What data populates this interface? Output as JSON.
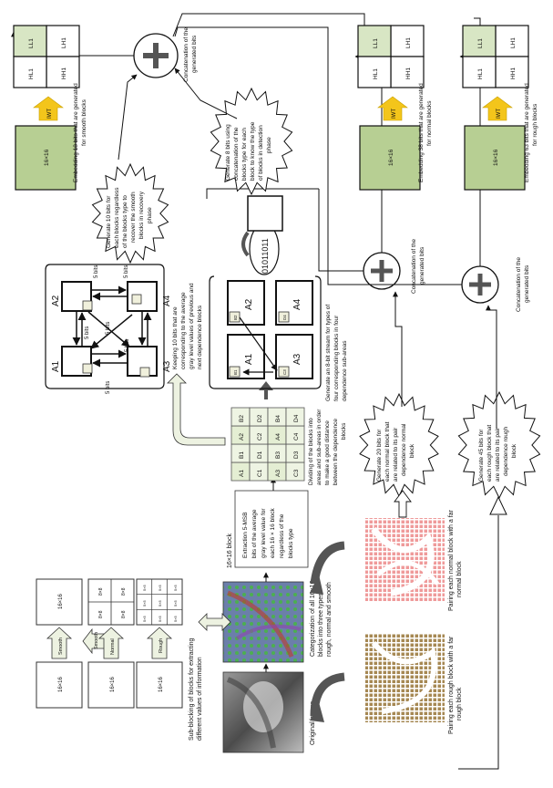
{
  "labels": {
    "original_image": "Original image",
    "categorization": [
      "Categorization of all 16×16",
      "blocks into three types:",
      "rough, normal and smooth"
    ],
    "subblocking": [
      "Sub-blocking of blocks for extracting",
      "different values of information"
    ],
    "pairing_rough": [
      "Pairing each rough block with a far",
      "rough block"
    ],
    "pairing_normal": [
      "Pairing each normal block with a far",
      "normal block"
    ],
    "block_16": "16×16 block",
    "extraction": [
      "Extraction 5-MSB",
      "bits of the average",
      "gray level value for",
      "each 16 × 16 block",
      "regardless of the",
      "blocks type"
    ],
    "dividing": [
      "Dividing of the blocks into",
      "areas and sub-areas in order",
      "to make a good distance",
      "between the dependence",
      "blocks"
    ],
    "keeping": [
      "Keeping 10 bits that are",
      "corresponding to the average",
      "gray level values of previous and",
      "next dependence blocks"
    ],
    "generate_stream": [
      "Generate an 8-bit stream for types of",
      "four corresponding blocks in four",
      "dependence sub-areas"
    ],
    "gen20": [
      "Generate 20 bits for",
      "each normal block that",
      "are related to its pair",
      "dependence normal",
      "block"
    ],
    "gen45": [
      "Generate 45 bits for",
      "each rough block that",
      "are related to its pair",
      "dependence rough",
      "block"
    ],
    "gen10": [
      "Generate 10 bits for",
      "each blocks regardless",
      "of the blocks type to",
      "recover the smooth",
      "blocks in recovery",
      "phase"
    ],
    "gen8": [
      "Generate 8 bits using",
      "concatenation of the",
      "blocks type for each",
      "block to know the type",
      "of blocks in detection",
      "phase"
    ],
    "concat_bottom": [
      "Concatenation of the",
      "generated bits"
    ],
    "concat_mid": [
      "Concatenation of the",
      "generated bits"
    ],
    "concat_top": [
      "Concatenation of the",
      "generated bits"
    ],
    "embed18": [
      "Embedding 18 bits that are generated",
      "for smooth blocks"
    ],
    "embed38": [
      "Embedding 38 bits that are generated",
      "for normal blocks"
    ],
    "embed63": [
      "Embedding 63 bits that are generated",
      "for rough blocks"
    ],
    "five_bits": "5 bits",
    "bitstream": "01011011",
    "iwt": "IWT",
    "size16": "16×16",
    "a1": "A1",
    "a2": "A2",
    "a3": "A3",
    "a4": "A4",
    "sub_tags": {
      "b1": "B1",
      "b2": "B2",
      "c3": "C3",
      "d4": "D4"
    }
  },
  "grid": {
    "rows": [
      [
        "A1",
        "B1",
        "A2",
        "B2"
      ],
      [
        "C1",
        "D1",
        "C2",
        "D2"
      ],
      [
        "A3",
        "B3",
        "A4",
        "B4"
      ],
      [
        "C3",
        "D3",
        "C4",
        "D4"
      ]
    ]
  },
  "subblocks": {
    "smooth": {
      "name": "Smooth",
      "left": "16×16",
      "right": "16×16"
    },
    "normal": {
      "name": "Normal",
      "left": "16×16",
      "cell": "8×8"
    },
    "rough": {
      "name": "Rough",
      "left": "16×16",
      "cell": "5×5"
    }
  },
  "wavelet": [
    "LH1",
    "HH1",
    "LL1",
    "HL1"
  ],
  "colors": {
    "ll_fill": "#d8e6c4",
    "block_fill": "#b7cf93",
    "iwt_arrow": "#f3c51b",
    "hollow_arrow_fill": "#edf2e1",
    "rough_pattern": "#cc3333",
    "normal_pattern": "#33cc33",
    "plus": "#555555"
  }
}
